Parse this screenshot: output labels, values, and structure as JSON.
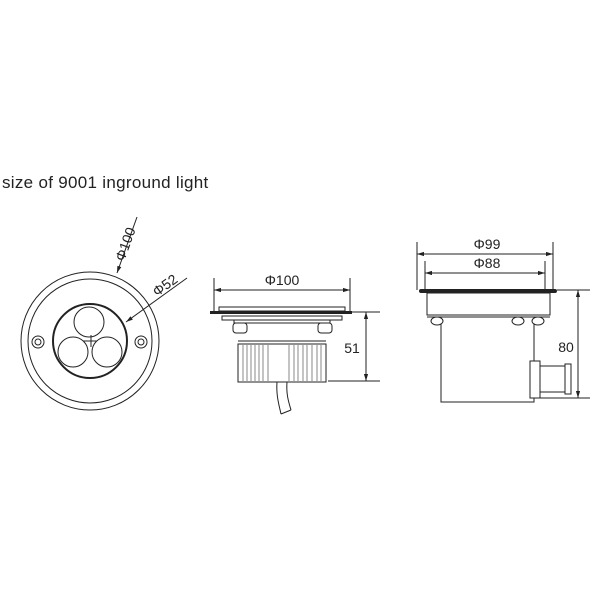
{
  "title": "size of 9001 inground light",
  "views": {
    "front": {
      "outer_diameter": "Φ100",
      "lens_diameter": "Φ52"
    },
    "side_heatsink": {
      "diameter": "Φ100",
      "height": "51"
    },
    "side_housing": {
      "outer_diameter": "Φ99",
      "inner_diameter": "Φ88",
      "height": "80"
    }
  }
}
